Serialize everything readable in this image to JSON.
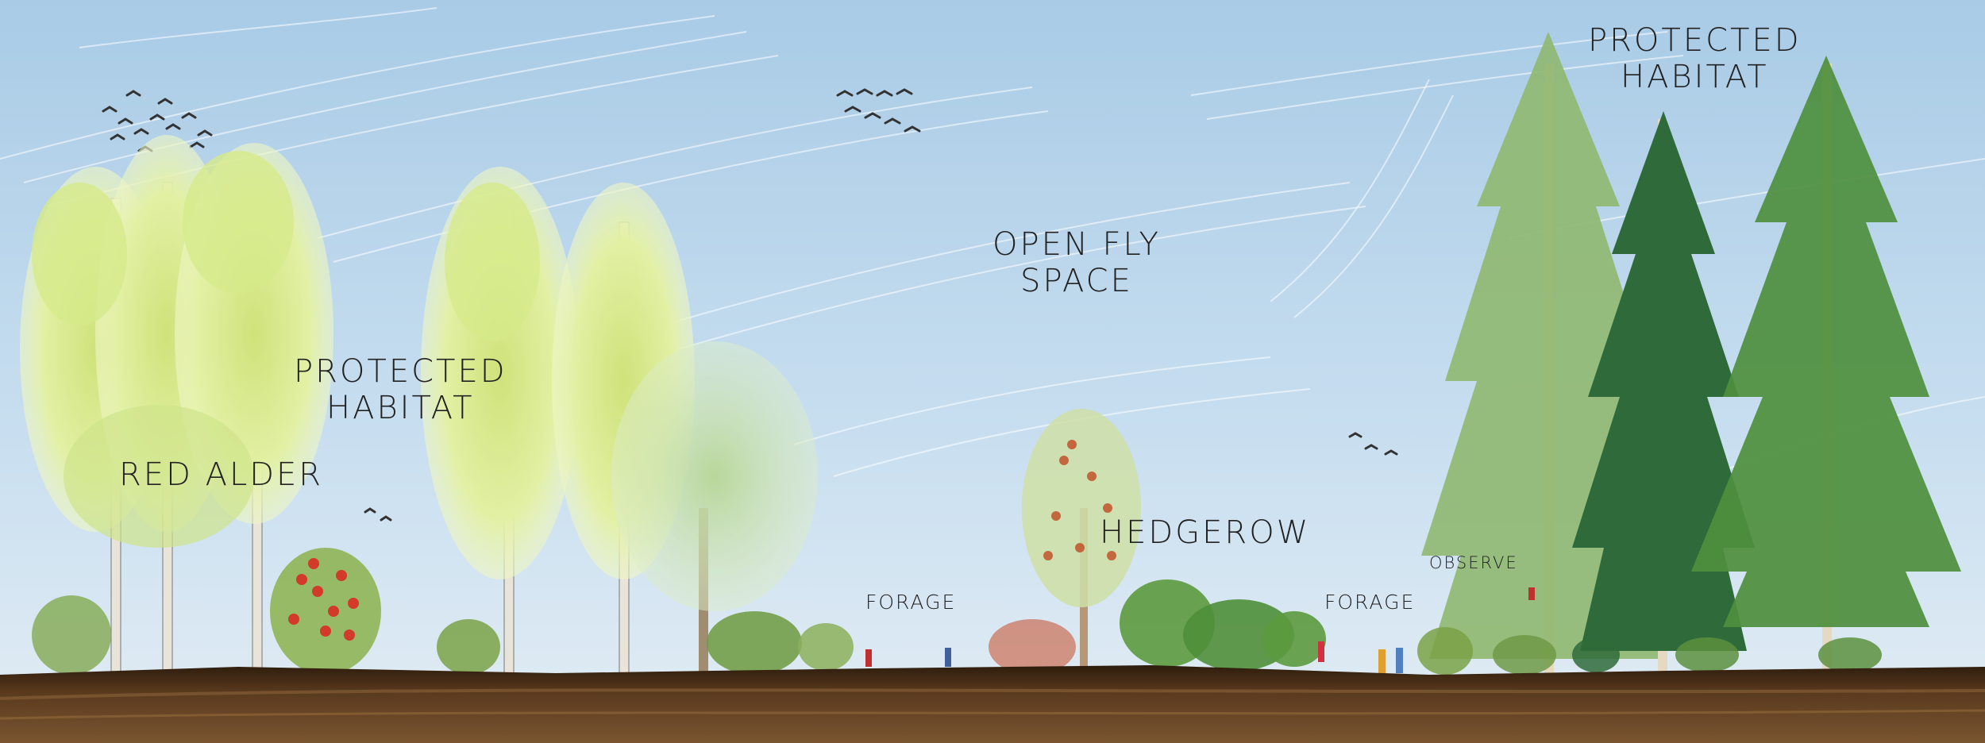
{
  "labels": {
    "red_alder": "RED ALDER",
    "protected_habitat_left": {
      "line1": "PROTECTED",
      "line2": "HABITAT"
    },
    "open_fly_space": {
      "line1": "OPEN FLY",
      "line2": "SPACE"
    },
    "hedgerow": "HEDGEROW",
    "forage_left": "FORAGE",
    "forage_right": "FORAGE",
    "observe": "OBSERVE",
    "protected_habitat_right": {
      "line1": "PROTECTED",
      "line2": "HABITAT"
    }
  },
  "colors": {
    "sky_top": "#a9cbe6",
    "sky_bottom": "#dfeaf3",
    "soil": "#5a3a1e",
    "soil_dark": "#2e1c0c",
    "alder_foliage": "#dcef9a",
    "conifer_light": "#8fb870",
    "conifer_dark": "#2f6b3a",
    "berries": "#d23a2a"
  }
}
